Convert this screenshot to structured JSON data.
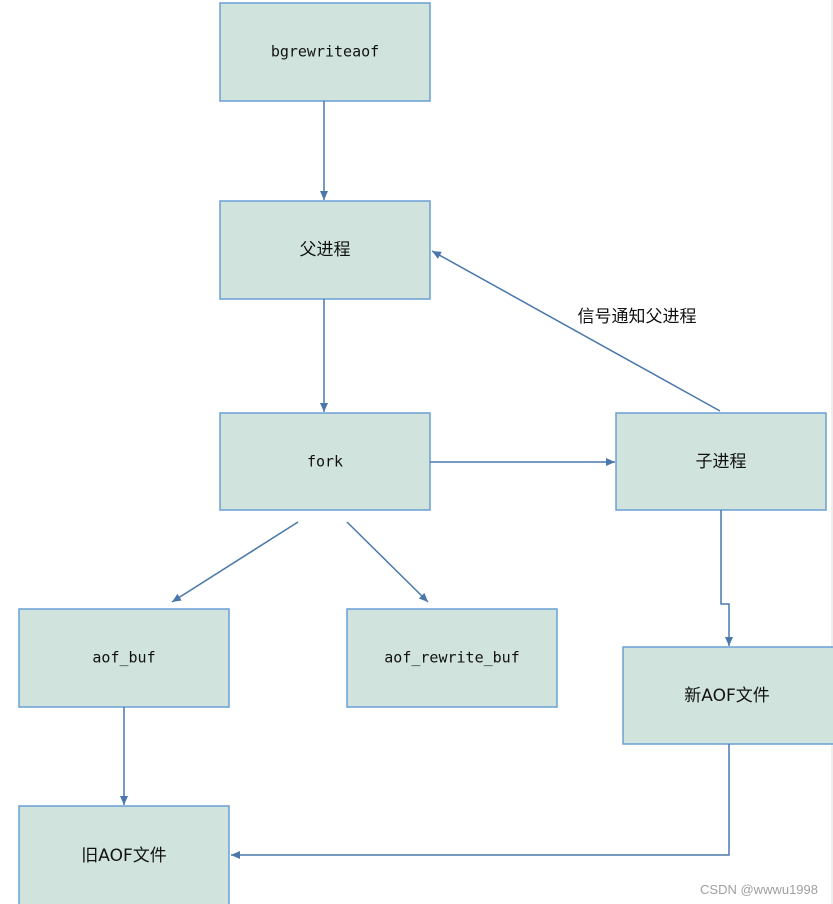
{
  "nodes": {
    "bgrewriteaof": "bgrewriteaof",
    "parent": "父进程",
    "fork": "fork",
    "child": "子进程",
    "aof_buf": "aof_buf",
    "aof_rewrite_buf": "aof_rewrite_buf",
    "new_aof": "新AOF文件",
    "old_aof": "旧AOF文件"
  },
  "edge_labels": {
    "signal": "信号通知父进程"
  },
  "watermark": "CSDN @wwwu1998",
  "colors": {
    "box_fill": "#d0e4dd",
    "box_border": "#6a9fd6",
    "arrow": "#4a78ab"
  }
}
